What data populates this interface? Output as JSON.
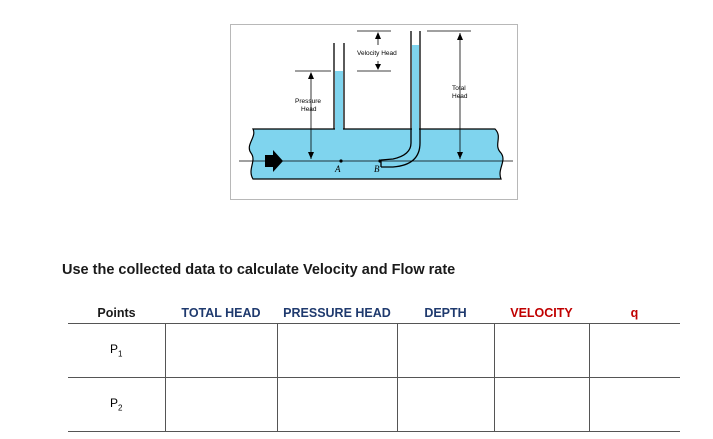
{
  "figure": {
    "velocity_head_label": "Velocity Head",
    "total_head_label_1": "Total",
    "total_head_label_2": "Head",
    "pressure_head_label_1": "Pressure",
    "pressure_head_label_2": "Head",
    "point_a_label": "A",
    "point_b_label": "B"
  },
  "instruction": "Use the collected data to calculate Velocity and Flow rate",
  "table": {
    "headers": {
      "points": "Points",
      "total_head": "TOTAL HEAD",
      "pressure_head": "PRESSURE HEAD",
      "depth": "DEPTH",
      "velocity": "VELOCITY",
      "q": "q"
    },
    "rows": [
      {
        "point_letter": "P",
        "point_sub": "1"
      },
      {
        "point_letter": "P",
        "point_sub": "2"
      }
    ]
  },
  "colors": {
    "water": "#7fd4ee",
    "header_blue": "#1f3a6e",
    "header_red": "#c00000"
  }
}
